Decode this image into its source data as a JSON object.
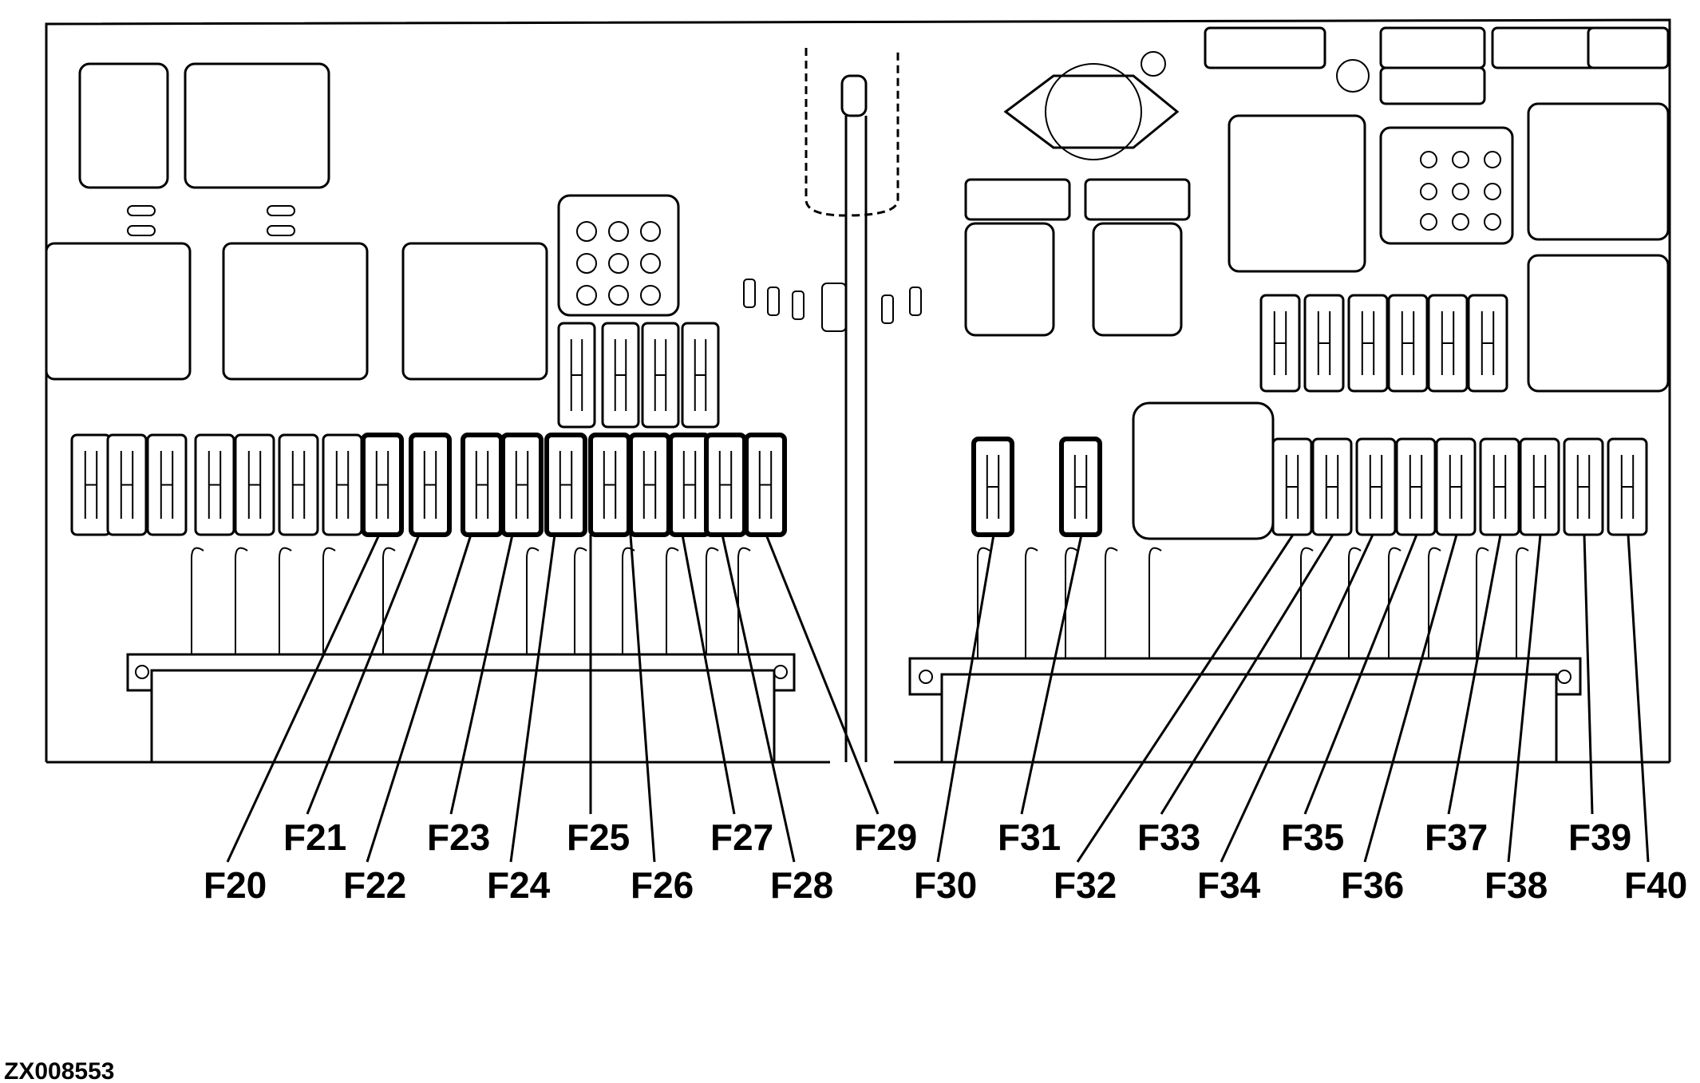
{
  "diagram": {
    "fuse_labels": [
      "F20",
      "F21",
      "F22",
      "F23",
      "F24",
      "F25",
      "F26",
      "F27",
      "F28",
      "F29",
      "F30",
      "F31",
      "F32",
      "F33",
      "F34",
      "F35",
      "F36",
      "F37",
      "F38",
      "F39",
      "F40"
    ],
    "reference_code": "ZX008553"
  }
}
